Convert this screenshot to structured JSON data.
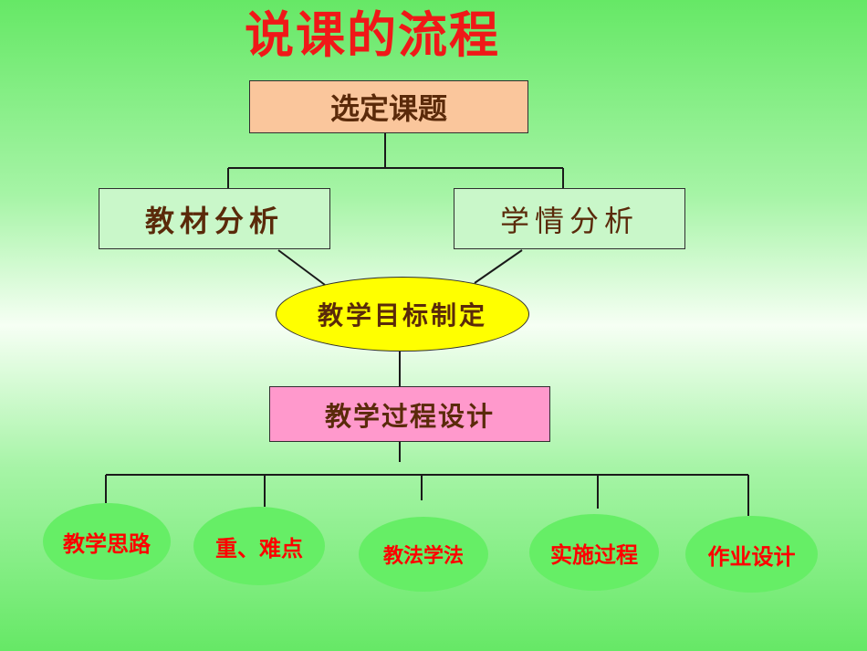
{
  "title": "说课的流程",
  "nodes": {
    "topic": "选定课题",
    "material": "教材分析",
    "student": "学情分析",
    "goal": "教学目标制定",
    "process": "教学过程设计"
  },
  "bottom": [
    "教学思路",
    "重、难点",
    "教法学法",
    "实施过程",
    "作业设计"
  ],
  "colors": {
    "title": "#f01818",
    "topic_fill": "#fac69c",
    "analysis_fill": "#c9f7c9",
    "goal_fill": "#ffff00",
    "process_fill": "#ff99cc",
    "bottom_fill": "#66ee66",
    "bottom_text": "#ff0000",
    "node_text": "#5a2a0a"
  }
}
